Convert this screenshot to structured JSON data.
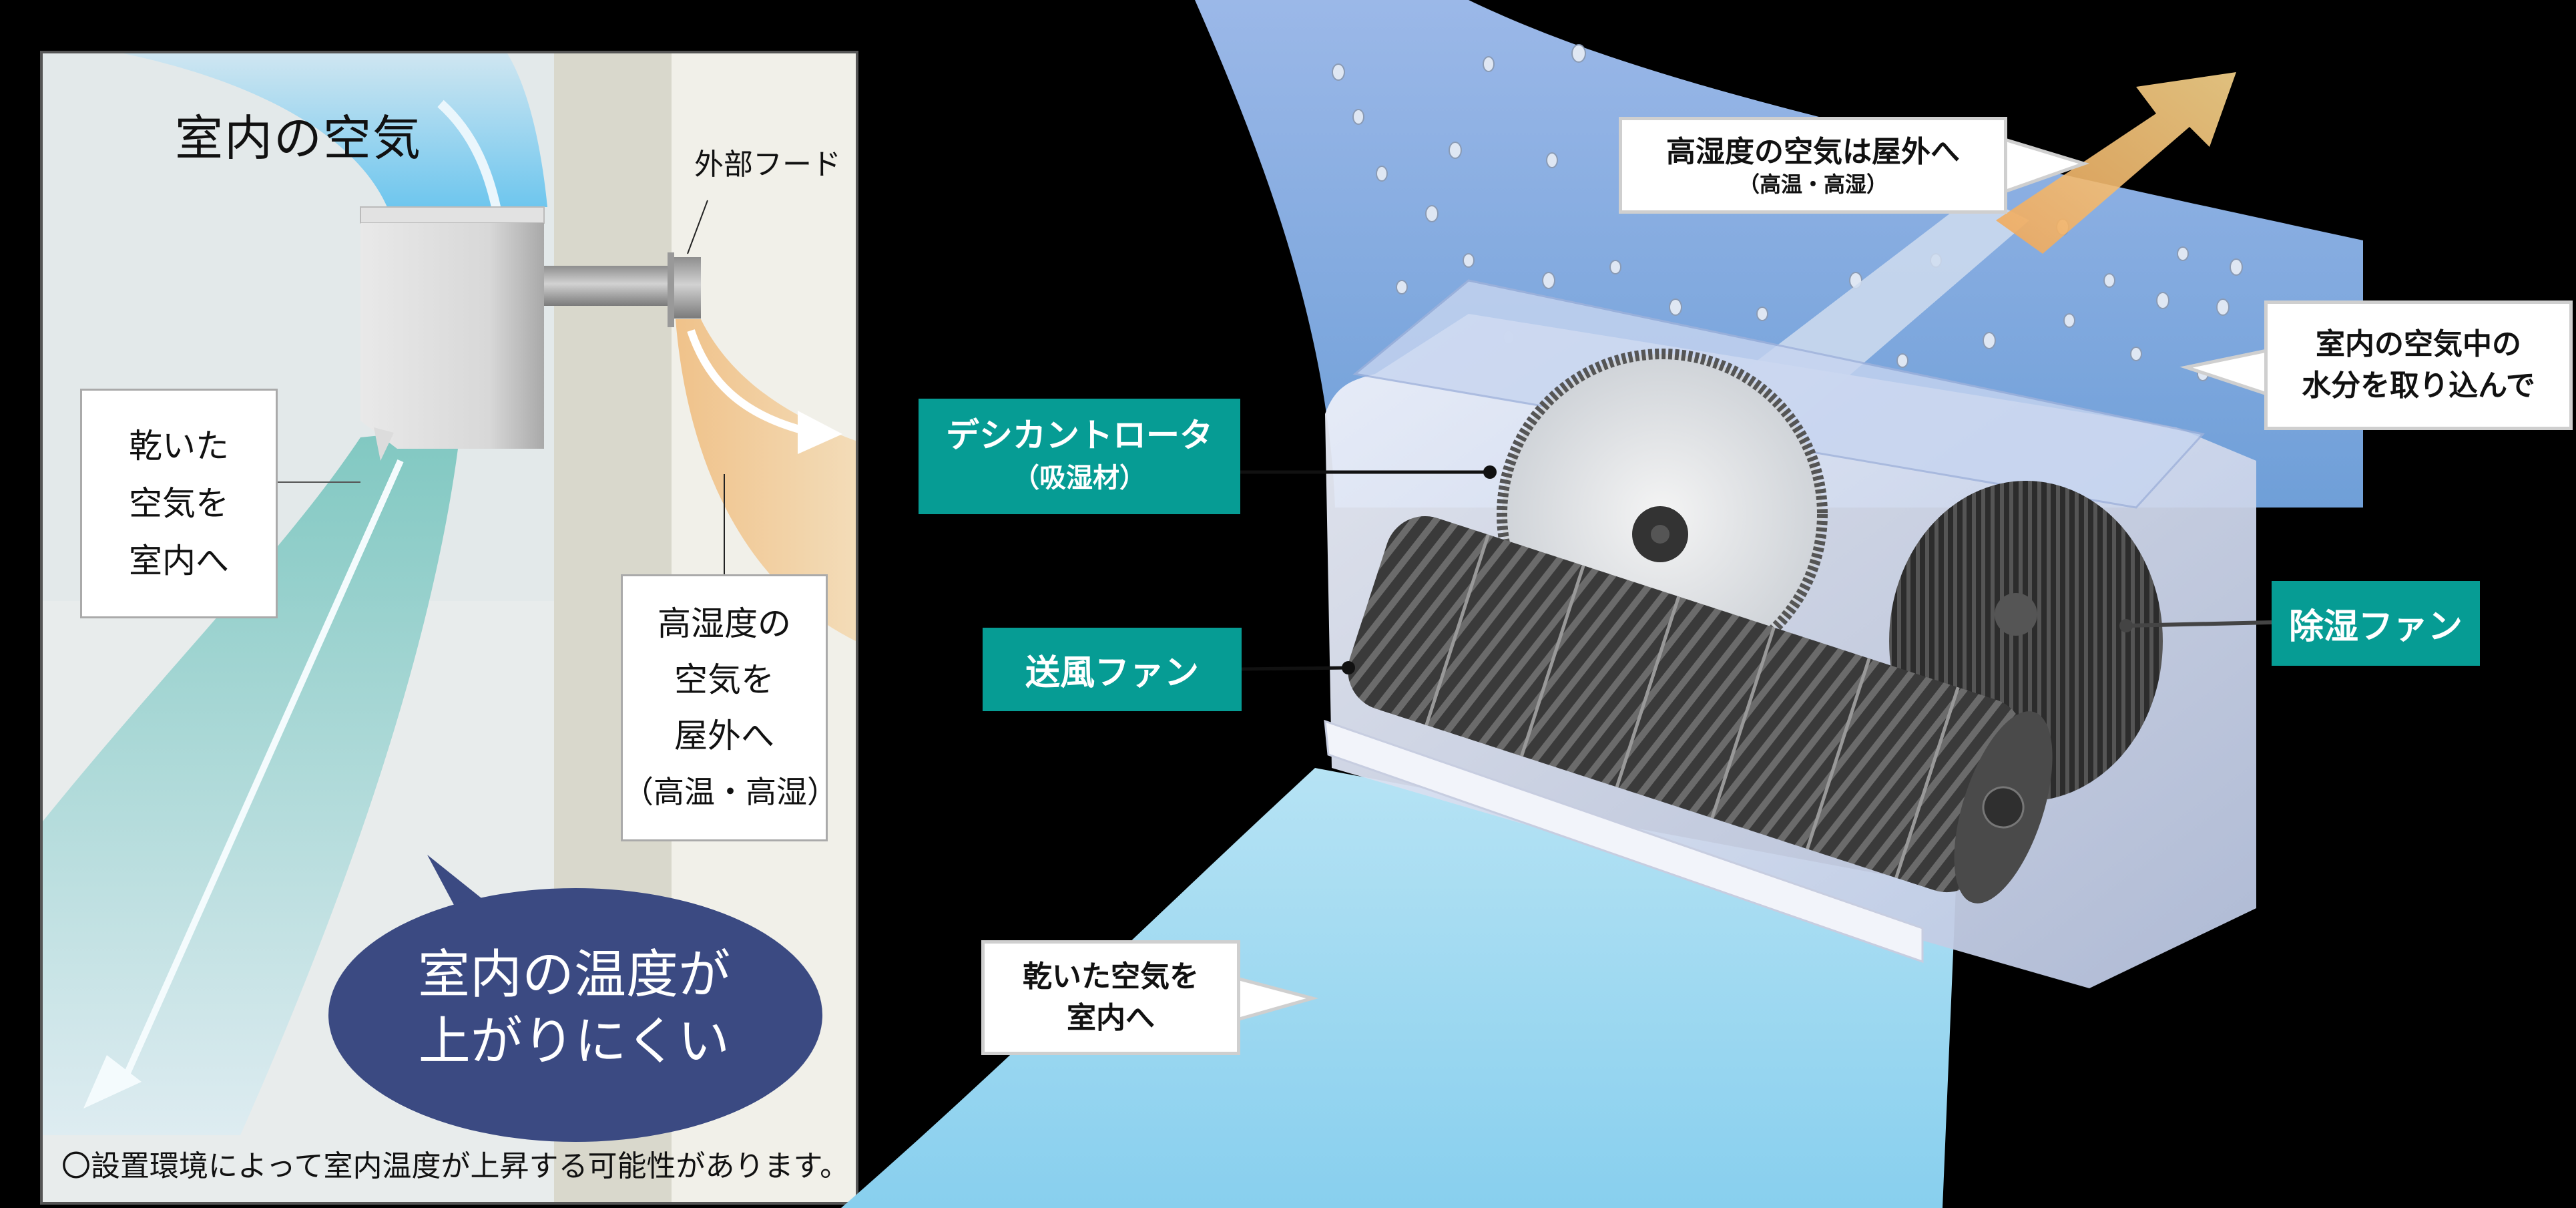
{
  "left_panel": {
    "room_air_title": "室内の空気",
    "external_hood_label": "外部フード",
    "dry_air_box": {
      "lines": [
        "乾いた",
        "空気を",
        "室内へ"
      ]
    },
    "humid_air_box": {
      "lines": [
        "高湿度の",
        "空気を",
        "屋外へ"
      ],
      "sub": "（高温・高湿）"
    },
    "speech_bubble": {
      "lines": [
        "室内の温度が",
        "上がりにくい"
      ],
      "color": "#3b4a82"
    },
    "footnote": "〇設置環境によって室内温度が上昇する可能性があります。",
    "colors": {
      "room_bg": "#e3e9ea",
      "wall": "#d9d8cc",
      "outdoor_bg": "#f1f0e9",
      "inflow_blue": "#6ec6ee",
      "outflow_orange": "#efc48c",
      "dry_air_teal": "#7dc7c0"
    }
  },
  "right_panel": {
    "labels": {
      "desiccant_rotor": "デシカントロータ",
      "desiccant_rotor_sub": "（吸湿材）",
      "blower_fan": "送風ファン",
      "dehumidifying_fan": "除湿ファン"
    },
    "callouts": {
      "exhaust": {
        "main": "高湿度の空気は屋外へ",
        "sub": "（高温・高湿）"
      },
      "intake": {
        "lines": [
          "室内の空気中の",
          "水分を取り込んで"
        ]
      },
      "dry_out": {
        "lines": [
          "乾いた空気を",
          "室内へ"
        ]
      }
    },
    "colors": {
      "label_teal": "#069c94",
      "intake_blue": "#7aa9dc",
      "outflow_light_blue": "#8fd3ee",
      "exhaust_orange": "#f3b85e"
    }
  }
}
